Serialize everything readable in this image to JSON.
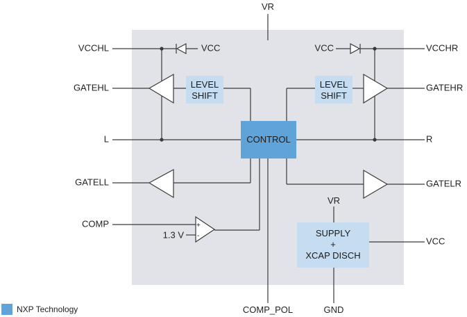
{
  "pins": {
    "vr_top": "VR",
    "vcchl": "VCCHL",
    "vcchr": "VCCHR",
    "vcc_left_diode": "VCC",
    "vcc_right_diode": "VCC",
    "gatehl": "GATEHL",
    "gatehr": "GATEHR",
    "l": "L",
    "r": "R",
    "gatell": "GATELL",
    "gatelr": "GATELR",
    "comp": "COMP",
    "ref_voltage": "1.3 V",
    "vr_supply": "VR",
    "vcc_supply": "VCC",
    "comp_pol": "COMP_POL",
    "gnd": "GND"
  },
  "blocks": {
    "level_shift_left": [
      "LEVEL",
      "SHIFT"
    ],
    "level_shift_right": [
      "LEVEL",
      "SHIFT"
    ],
    "control": "CONTROL",
    "supply": [
      "SUPPLY",
      "+",
      "XCAP DISCH"
    ]
  },
  "comparator": {
    "plus": "+",
    "minus": "-"
  },
  "legend": {
    "label": "NXP Technology"
  },
  "colors": {
    "chip_background": "#e1e3e8",
    "level_shift_fill": "#c6dcf0",
    "control_fill": "#5fa3d9",
    "supply_fill": "#c6dcf0",
    "legend_swatch": "#5fa3d9",
    "wire": "#3a3a3a"
  }
}
